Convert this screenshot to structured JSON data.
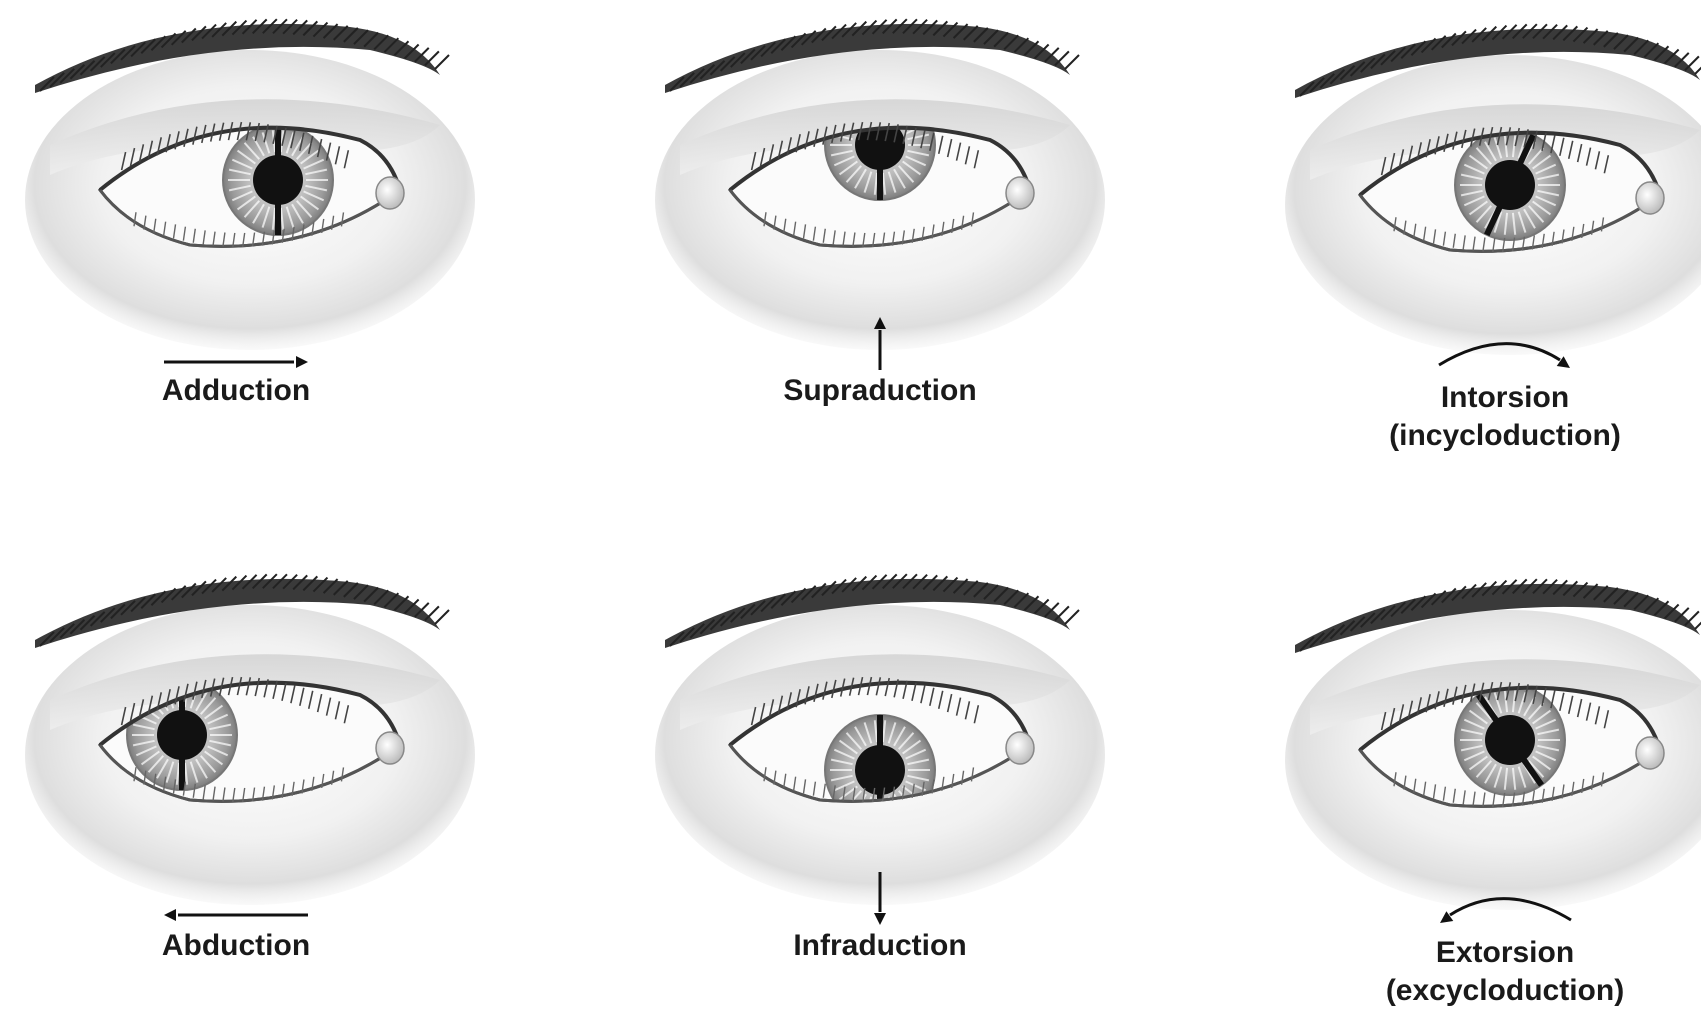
{
  "figure": {
    "panels": [
      {
        "id": "adduction",
        "lines": [
          "Adduction"
        ],
        "arrow": "right",
        "gaze": "adduction"
      },
      {
        "id": "supraduction",
        "lines": [
          "Supraduction"
        ],
        "arrow": "up",
        "gaze": "supraduction"
      },
      {
        "id": "intorsion",
        "lines": [
          "Intorsion",
          "(incycloduction)"
        ],
        "arrow": "curve-right",
        "gaze": "intorsion"
      },
      {
        "id": "abduction",
        "lines": [
          "Abduction"
        ],
        "arrow": "left",
        "gaze": "abduction"
      },
      {
        "id": "infraduction",
        "lines": [
          "Infraduction"
        ],
        "arrow": "down",
        "gaze": "infraduction"
      },
      {
        "id": "extorsion",
        "lines": [
          "Extorsion",
          "(excycloduction)"
        ],
        "arrow": "curve-left",
        "gaze": "extorsion"
      }
    ]
  },
  "colors": {
    "ink": "#111111",
    "skin_shade": "#d9d9d9",
    "iris": "#b9b9b9",
    "sclera": "#fbfbfb"
  },
  "icons": {
    "arrows": [
      "arrow-right-icon",
      "arrow-up-icon",
      "curved-arrow-right-icon",
      "arrow-left-icon",
      "arrow-down-icon",
      "curved-arrow-left-icon"
    ]
  }
}
